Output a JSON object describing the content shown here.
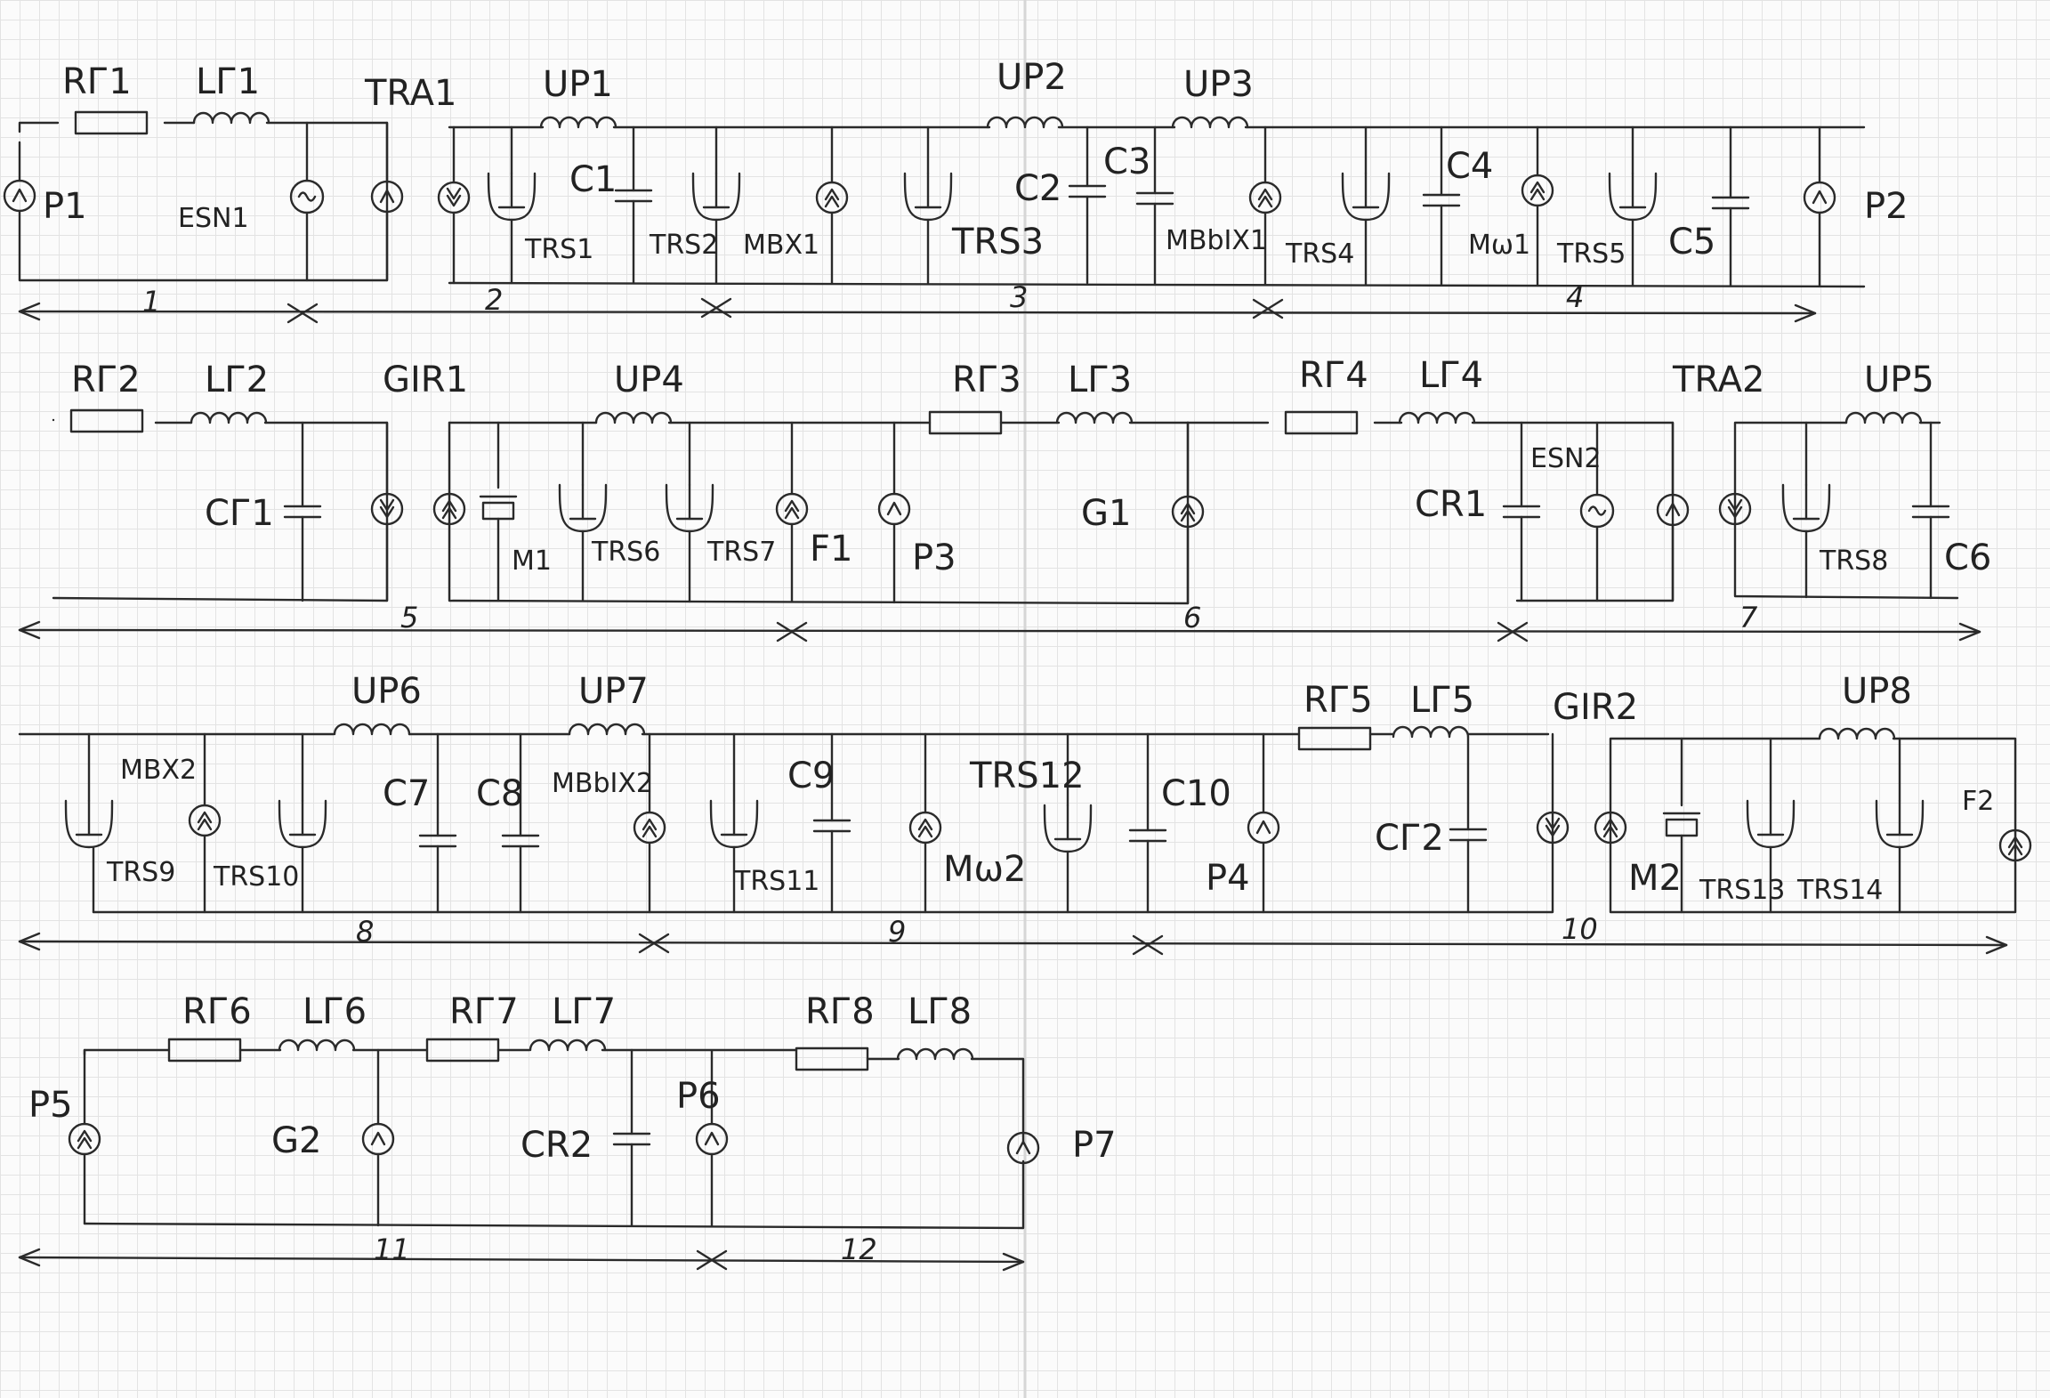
{
  "row1": {
    "labels": {
      "rg1": "RГ1",
      "lg1": "LГ1",
      "tra1": "TRA1",
      "up1": "UP1",
      "up2": "UP2",
      "up3": "UP3",
      "p1": "P1",
      "esn1": "ESN1",
      "c1": "C1",
      "trs1": "TRS1",
      "trs2": "TRS2",
      "mvx1": "MBX1",
      "trs3": "TRS3",
      "c2": "C2",
      "c3": "C3",
      "mvyx1": "MBbIX1",
      "trs4": "TRS4",
      "c4": "C4",
      "mw1": "Mω1",
      "trs5": "TRS5",
      "c5": "C5",
      "p2": "P2"
    },
    "sections": [
      "1",
      "2",
      "3",
      "4"
    ]
  },
  "row2": {
    "labels": {
      "rg2": "RГ2",
      "lg2": "LГ2",
      "gir1": "GIR1",
      "up4": "UP4",
      "rg3": "RГ3",
      "lg3": "LГ3",
      "rg4": "RГ4",
      "lg4": "LГ4",
      "tra2": "TRA2",
      "up5": "UP5",
      "cg1": "CГ1",
      "m1": "M1",
      "trs6": "TRS6",
      "trs7": "TRS7",
      "f1": "F1",
      "p3": "P3",
      "g1": "G1",
      "esn2": "ESN2",
      "cr1": "CR1",
      "trs8": "TRS8",
      "c6": "C6"
    },
    "sections": [
      "5",
      "6",
      "7"
    ]
  },
  "row3": {
    "labels": {
      "up6": "UP6",
      "up7": "UP7",
      "rg5": "RГ5",
      "lg5": "LГ5",
      "gir2": "GIR2",
      "up8": "UP8",
      "mvx2": "MBX2",
      "trs9": "TRS9",
      "trs10": "TRS10",
      "c7": "C7",
      "c8": "C8",
      "mvyx2": "MBbIX2",
      "c9": "C9",
      "trs11": "TRS11",
      "mw2": "Mω2",
      "trs12": "TRS12",
      "c10": "C10",
      "p4": "P4",
      "cg2": "CГ2",
      "m2": "M2",
      "trs13": "TRS13",
      "trs14": "TRS14",
      "f2": "F2"
    },
    "sections": [
      "8",
      "9",
      "10"
    ]
  },
  "row4": {
    "labels": {
      "rg6": "RГ6",
      "lg6": "LГ6",
      "rg7": "RГ7",
      "lg7": "LГ7",
      "rg8": "RГ8",
      "lg8": "LГ8",
      "p5": "P5",
      "g2": "G2",
      "cr2": "CR2",
      "p6": "P6",
      "p7": "P7"
    },
    "sections": [
      "11",
      "12"
    ]
  }
}
